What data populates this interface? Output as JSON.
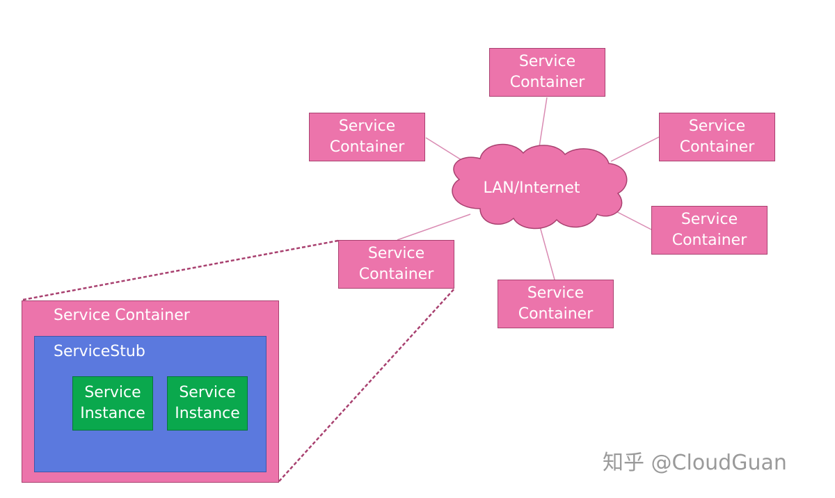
{
  "network": {
    "cloud_label": "LAN/Internet",
    "containers": [
      {
        "line1": "Service",
        "line2": "Container"
      },
      {
        "line1": "Service",
        "line2": "Container"
      },
      {
        "line1": "Service",
        "line2": "Container"
      },
      {
        "line1": "Service",
        "line2": "Container"
      },
      {
        "line1": "Service",
        "line2": "Container"
      },
      {
        "line1": "Service",
        "line2": "Container"
      }
    ]
  },
  "detail": {
    "container_title": "Service Container",
    "stub_title": "ServiceStub",
    "instances": [
      {
        "line1": "Service",
        "line2": "Instance"
      },
      {
        "line1": "Service",
        "line2": "Instance"
      }
    ]
  },
  "watermark": "知乎 @CloudGuan",
  "colors": {
    "container_fill": "#ec74ab",
    "container_border": "#a8406f",
    "stub_fill": "#5b79de",
    "instance_fill": "#0aa84d",
    "connector": "#d98ab2"
  }
}
